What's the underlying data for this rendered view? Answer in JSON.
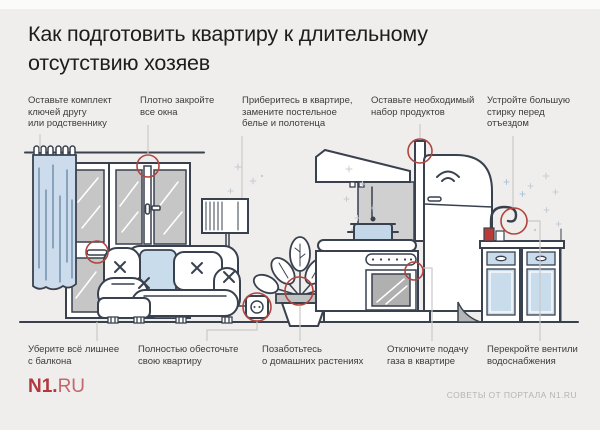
{
  "title": "Как подготовить квартиру к длительному\nотсутствию хозяев",
  "tips_top": [
    {
      "text": "Оставьте комплект\nключей другу\nили родственнику"
    },
    {
      "text": "Плотно закройте\nвсе окна"
    },
    {
      "text": "Приберитесь в квартире,\nзамените постельное\nбелье и полотенца"
    },
    {
      "text": "Оставьте необходимый\nнабор продуктов"
    },
    {
      "text": "Устройте большую\nстирку перед\nотъездом"
    }
  ],
  "tips_bottom": [
    {
      "text": "Уберите всё лишнее\nс балкона"
    },
    {
      "text": "Полностью обесточьте\nсвою квартиру"
    },
    {
      "text": "Позаботьтесь\nо домашних растениях"
    },
    {
      "text": "Отключите подачу\nгаза в квартире"
    },
    {
      "text": "Перекройте вентили\nводоснабжения"
    }
  ],
  "logo": {
    "bold": "N1.",
    "light": "RU"
  },
  "credit": "СОВЕТЫ ОТ ПОРТАЛА  N1.RU",
  "colors": {
    "background": "#efeeec",
    "accent_red": "#b0453e",
    "illustration_line": "#39414f",
    "light_blue": "#c9dcec",
    "glass_gray": "#c6c6c6",
    "connector_gray": "#c9c9c7",
    "logo_red": "#b2373f"
  }
}
